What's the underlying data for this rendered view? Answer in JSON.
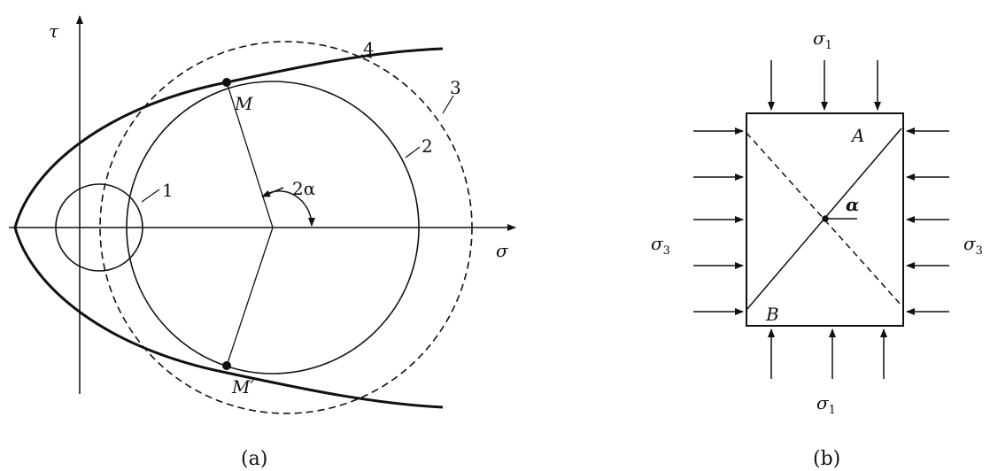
{
  "panel_a": {
    "caption": "(a)",
    "tau_label": "τ",
    "sigma_label": "σ",
    "point_m": "M",
    "point_m_prime": "M′",
    "angle_label": "2α",
    "curve_labels": [
      "1",
      "2",
      "3",
      "4"
    ]
  },
  "panel_b": {
    "caption": "(b)",
    "sigma1_symbol": "σ",
    "sigma1_sub": "1",
    "sigma3_symbol": "σ",
    "sigma3_sub": "3",
    "corner_a": "A",
    "corner_b": "B",
    "alpha_label": "α"
  }
}
